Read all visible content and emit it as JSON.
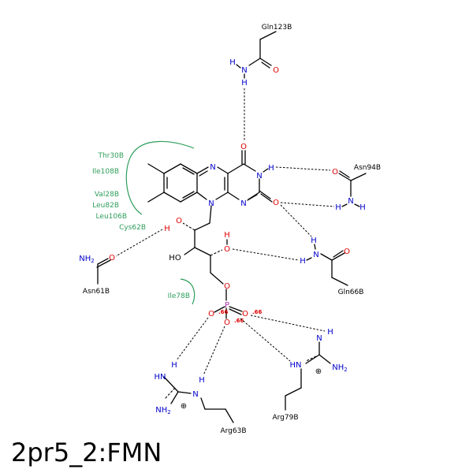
{
  "title": "2pr5_2:FMN",
  "colors": {
    "bond": "#000000",
    "nitrogen": "#0000cc",
    "oxygen": "#dd0000",
    "phosphorus": "#aa33aa",
    "hydrophobic": "#2e9e5b",
    "distance": "#dd0000"
  },
  "atoms": {
    "N": "N",
    "O": "O",
    "H": "H",
    "P": "P",
    "HN": "HN",
    "NH": "NH",
    "HO": "HO",
    "NH2": "NH2",
    "NH2_sub": "2"
  },
  "residues": {
    "gln123": "Gln123B",
    "asn94": "Asn94B",
    "gln66": "Gln66B",
    "asn61": "Asn61B",
    "arg79": "Arg79B",
    "arg63": "Arg63B"
  },
  "hydrophobic": {
    "thr30": "Thr30B",
    "ile108": "Ile108B",
    "val28": "Val28B",
    "leu82": "Leu82B",
    "leu106": "Leu106B",
    "cys62": "Cys62B",
    "ile78": "Ile78B"
  },
  "distances": {
    "d1": ".66",
    "d2": ".66",
    "d3": ".66"
  },
  "charge": "⊕"
}
